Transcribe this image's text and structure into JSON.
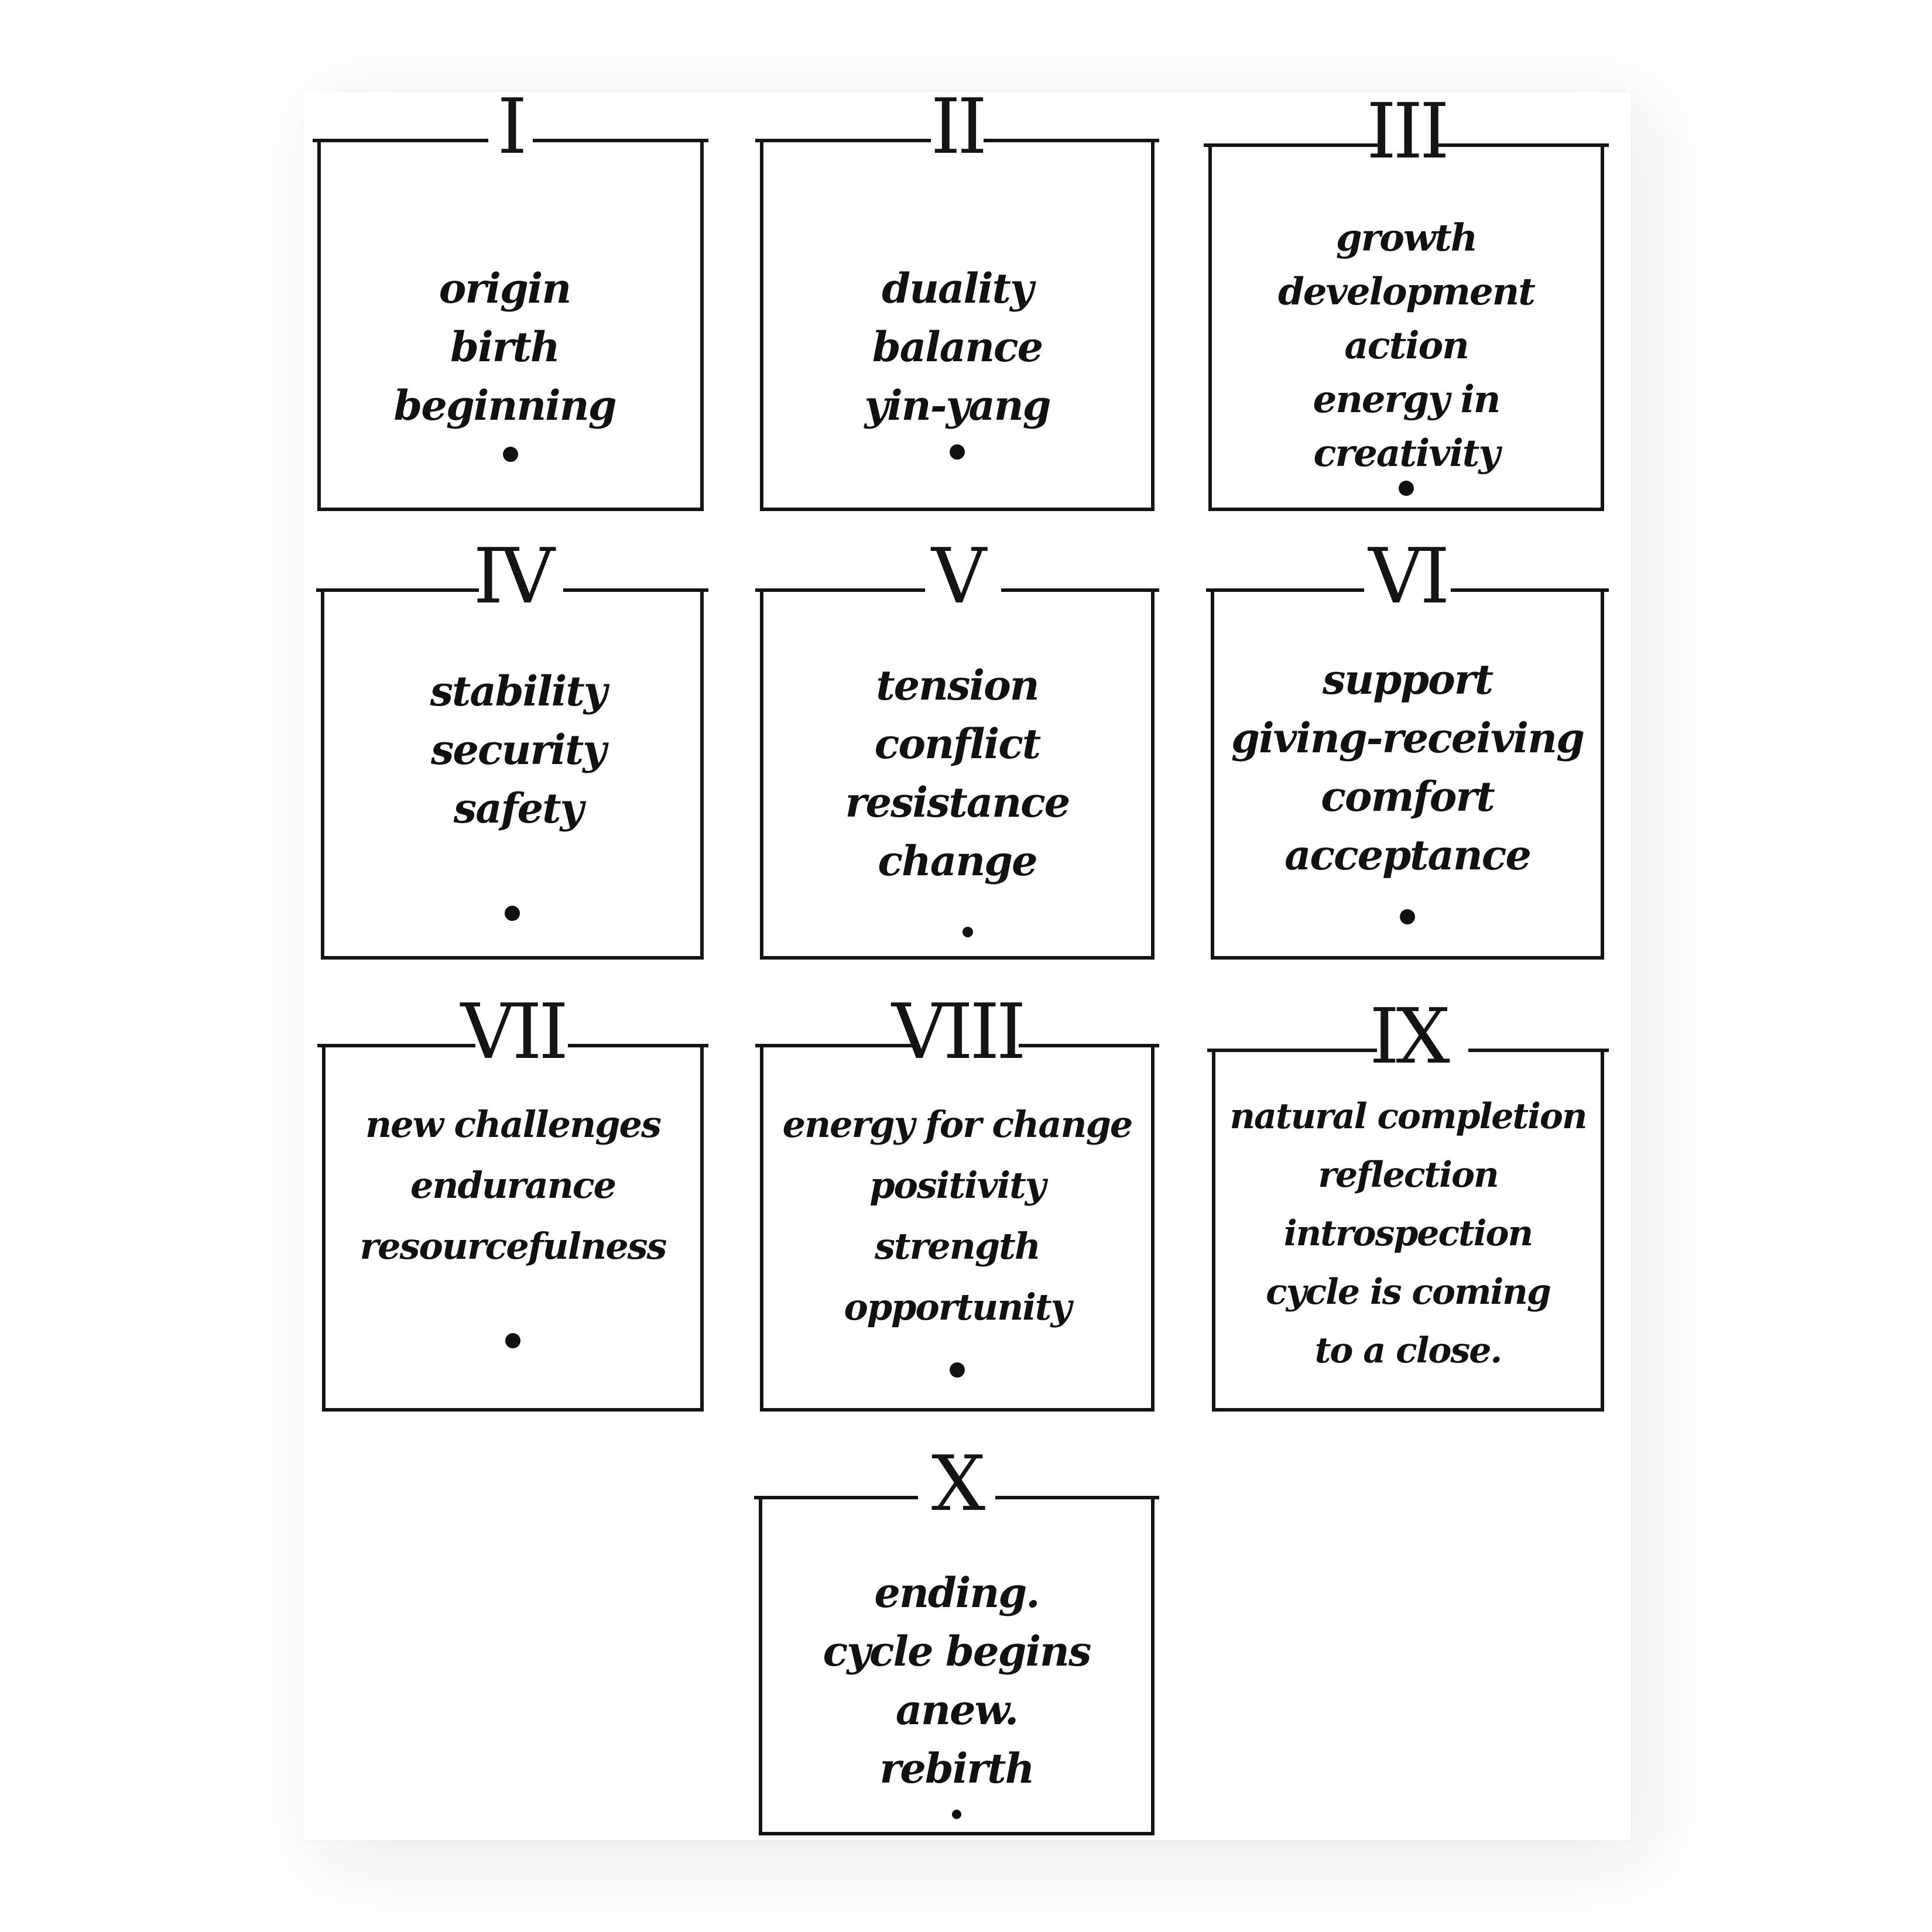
{
  "panels": [
    {
      "numeral": "I",
      "lines": [
        "origin",
        "birth",
        "beginning"
      ]
    },
    {
      "numeral": "II",
      "lines": [
        "duality",
        "balance",
        "yin-yang"
      ]
    },
    {
      "numeral": "III",
      "lines": [
        "growth",
        "development",
        "action",
        "energy in",
        "creativity"
      ]
    },
    {
      "numeral": "IV",
      "lines": [
        "stability",
        "security",
        "safety"
      ]
    },
    {
      "numeral": "V",
      "lines": [
        "tension",
        "conflict",
        "resistance",
        "change"
      ]
    },
    {
      "numeral": "VI",
      "lines": [
        "support",
        "giving-receiving",
        "comfort",
        "acceptance"
      ]
    },
    {
      "numeral": "VII",
      "lines": [
        "new challenges",
        "endurance",
        "resourcefulness"
      ]
    },
    {
      "numeral": "VIII",
      "lines": [
        "energy for change",
        "positivity",
        "strength",
        "opportunity"
      ]
    },
    {
      "numeral": "IX",
      "lines": [
        "natural completion",
        "reflection",
        "introspection",
        "cycle is coming",
        "to a close."
      ]
    },
    {
      "numeral": "X",
      "lines": [
        "ending.",
        "cycle begins",
        "anew.",
        "rebirth"
      ]
    }
  ]
}
